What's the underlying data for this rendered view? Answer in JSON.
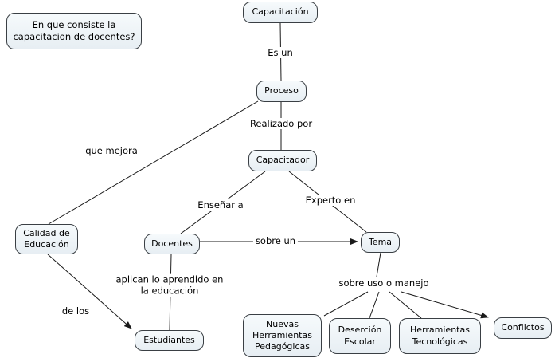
{
  "question_box": {
    "text": "En que consiste la capacitacion de docentes?"
  },
  "concepts": {
    "capacitacion": "Capacitación",
    "proceso": "Proceso",
    "capacitador": "Capacitador",
    "docentes": "Docentes",
    "calidad_educacion": "Calidad de Educación",
    "tema": "Tema",
    "estudiantes": "Estudiantes",
    "nuevas_herramientas_pedagogicas": "Nuevas Herramientas Pedagógicas",
    "desercion_escolar": "Deserción Escolar",
    "herramientas_tecnologicas": "Herramientas Tecnológicas",
    "conflictos": "Conflictos"
  },
  "linking_phrases": {
    "es_un": "Es un",
    "realizado_por": "Realizado por",
    "que_mejora": "que mejora",
    "ensenar_a": "Enseñar a",
    "experto_en": "Experto en",
    "sobre_un": "sobre un",
    "aplican_lo_aprendido": "aplican lo aprendido en la educación",
    "de_los": "de los",
    "sobre_uso_o_manejo": "sobre uso o manejo"
  },
  "colors": {
    "canvas_background": "#ffffff",
    "node_fill_top": "#f6fafc",
    "node_fill_bottom": "#e7eef3",
    "node_border": "#3a3f44",
    "line": "#1a1a1a"
  }
}
